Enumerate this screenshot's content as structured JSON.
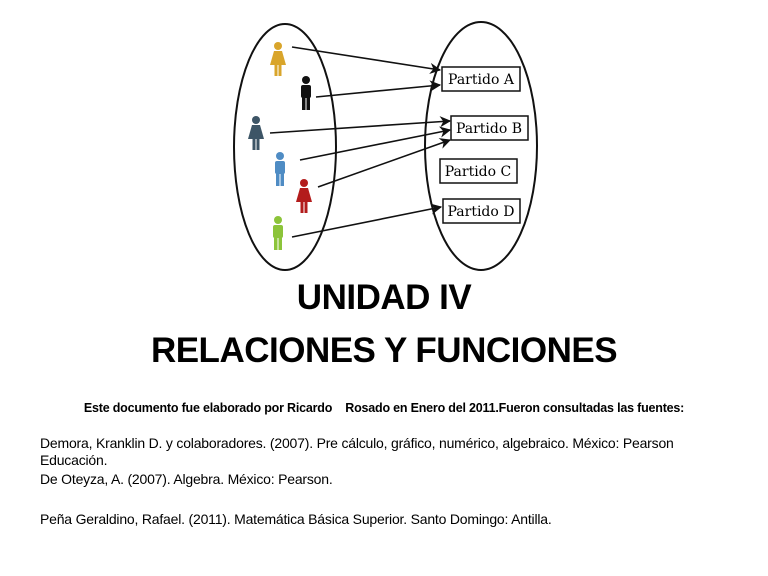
{
  "diagram": {
    "parties": [
      "Partido A",
      "Partido B",
      "Partido C",
      "Partido D"
    ],
    "people": [
      {
        "gender": "female",
        "color": "#d9a52b",
        "maps_to": "Partido A"
      },
      {
        "gender": "male",
        "color": "#111111",
        "maps_to": "Partido A"
      },
      {
        "gender": "female",
        "color": "#3d5566",
        "maps_to": "Partido B"
      },
      {
        "gender": "male",
        "color": "#4f8cc4",
        "maps_to": "Partido B"
      },
      {
        "gender": "female",
        "color": "#b31c1c",
        "maps_to": "Partido B"
      },
      {
        "gender": "male",
        "color": "#8cc43a",
        "maps_to": "Partido D"
      }
    ]
  },
  "title": {
    "line1": "UNIDAD IV",
    "line2": "RELACIONES Y FUNCIONES"
  },
  "credit": "Este documento fue elaborado por Ricardo    Rosado en Enero del 2011.Fueron consultadas las fuentes:",
  "references": [
    "Demora, Kranklin D. y colaboradores. (2007). Pre cálculo, gráfico, numérico, algebraico. México: Pearson Educación.",
    "De Oteyza, A. (2007). Algebra. México: Pearson.",
    "Peña Geraldino, Rafael. (2011). Matemática Básica Superior. Santo Domingo: Antilla."
  ]
}
